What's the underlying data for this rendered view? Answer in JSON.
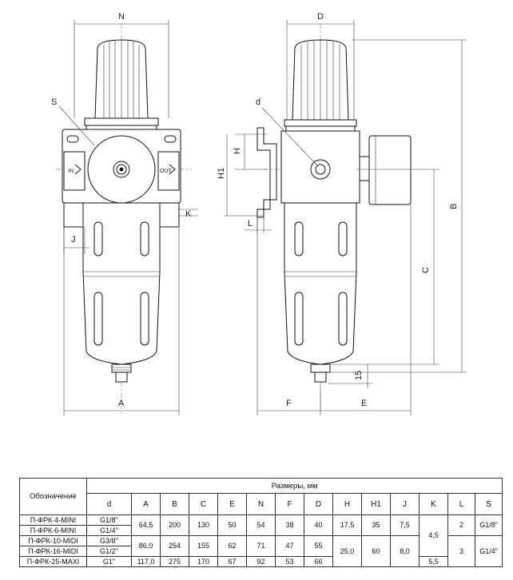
{
  "drawing": {
    "dimension_labels": {
      "N": "N",
      "D": "D",
      "S": "S",
      "d": "d",
      "H": "H",
      "H1": "H1",
      "L": "L",
      "K": "K",
      "J": "J",
      "A": "A",
      "B": "B",
      "C": "C",
      "F": "F",
      "E": "E",
      "fifteen": "15"
    },
    "port_in": "IN",
    "port_out": "OUT"
  },
  "table": {
    "designation_header": "Обозначение",
    "dimensions_header": "Размеры, мм",
    "columns": [
      "d",
      "A",
      "B",
      "C",
      "E",
      "N",
      "F",
      "D",
      "H",
      "H1",
      "J",
      "K",
      "L",
      "S"
    ],
    "models": [
      "П-ФРК-4-MINI",
      "П-ФРК-6-MINI",
      "П-ФРК-10-MIDI",
      "П-ФРК-16-MIDI",
      "П-ФРК-25-MAXI"
    ],
    "thread_d": [
      "G1/8\"",
      "G1/4\"",
      "G3/8\"",
      "G1/2\"",
      "G1\""
    ],
    "mini": {
      "A": "64,5",
      "B": "200",
      "C": "130",
      "E": "50",
      "N": "54",
      "F": "38",
      "D": "40",
      "H": "17,5",
      "H1": "35",
      "J": "7,5",
      "L": "2",
      "S": "G1/8\""
    },
    "midi": {
      "A": "86,0",
      "B": "254",
      "C": "155",
      "E": "62",
      "N": "71",
      "F": "47",
      "D": "55",
      "L": "3",
      "S": "G1/4\""
    },
    "midi_maxi": {
      "H": "25,0",
      "H1": "60",
      "J": "8,0"
    },
    "maxi": {
      "A": "117,0",
      "B": "275",
      "C": "170",
      "E": "67",
      "N": "92",
      "F": "53",
      "D": "66"
    },
    "K_mini_midi": "4,5",
    "K_maxi": "5,5"
  }
}
